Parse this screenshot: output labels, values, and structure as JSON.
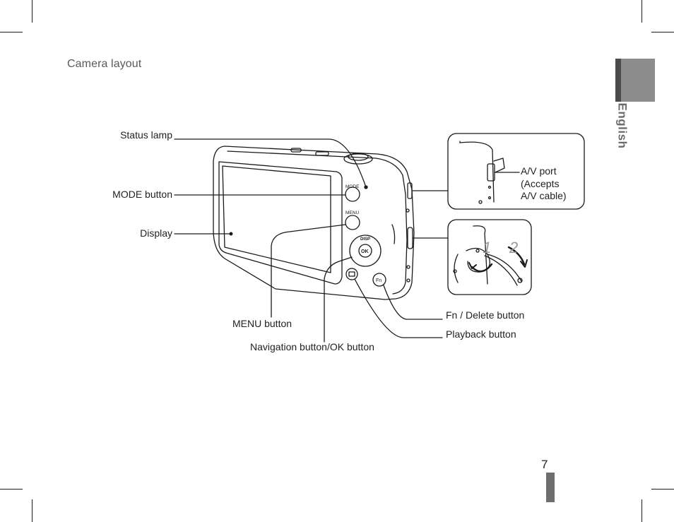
{
  "section_title": "Camera layout",
  "language_tab": "English",
  "page_number": "7",
  "labels": {
    "status_lamp": "Status lamp",
    "mode_button": "MODE button",
    "display": "Display",
    "menu_button": "MENU button",
    "navigation_ok_button": "Navigation button/OK button",
    "fn_delete_button": "Fn / Delete button",
    "playback_button": "Playback button",
    "av_port": [
      "A/V port",
      "(Accepts",
      "A/V cable)"
    ]
  },
  "camera_markings": {
    "mode": "MODE",
    "menu": "MENU",
    "disp": "DISP",
    "ok": "OK",
    "fn": "Fn"
  },
  "strap_steps": [
    "1",
    "2"
  ],
  "colors": {
    "tab_dark": "#4b4b4b",
    "tab_light": "#8c8c8c",
    "page_bar": "#6e6e6e",
    "line_art": "#1a1a1a"
  }
}
